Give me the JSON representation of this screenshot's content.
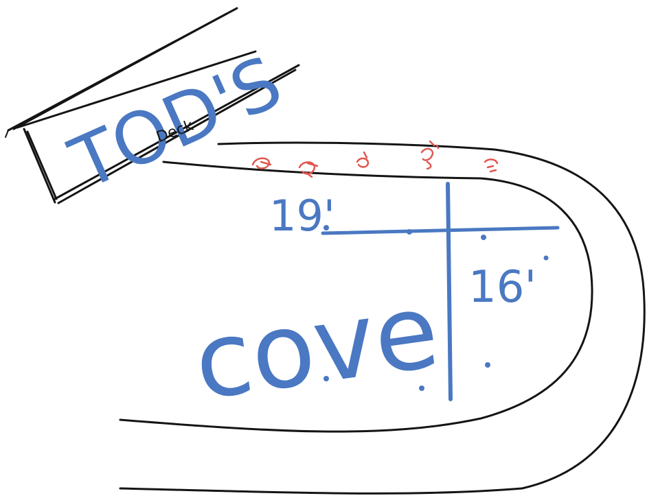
{
  "sign": {
    "title": "TOD'S",
    "subtitle": "Deck"
  },
  "labels": {
    "cove": "cove",
    "width": "19'",
    "depth": "16'"
  },
  "colors": {
    "outline": "#141414",
    "blue_marker": "#4a78c2",
    "red_marker": "#e0564f",
    "background": "#ffffff"
  }
}
